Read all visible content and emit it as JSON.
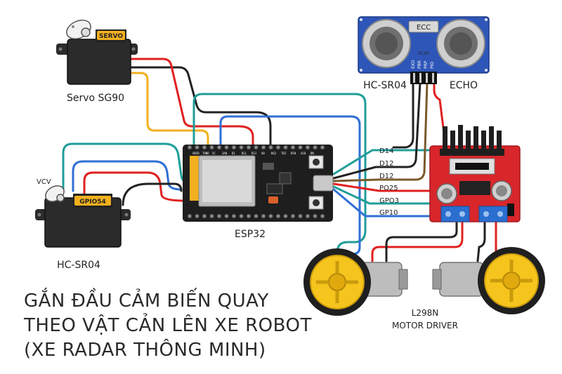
{
  "title_lines": [
    "GẮN ĐẦU CẢM BIẾN QUAY",
    "THEO VẬT CẢN LÊN XE ROBOT",
    "(XE RADAR THÔNG MINH)"
  ],
  "labels": {
    "servo_top": "Servo SG90",
    "servo_top_badge": "SERVO",
    "servo_left": "HC-SR04",
    "servo_left_badge": "GPIO54",
    "vcv": "VCV",
    "esp32": "ESP32",
    "sensor": "HC-SR04",
    "sensor_badge": "ECC",
    "sensor_chip": "FC30",
    "echo": "ECHO",
    "driver_line1": "L298N",
    "driver_line2": "MOTOR DRIVER"
  },
  "sensor_pins": [
    "EXD",
    "PBR",
    "PRP",
    "PIO"
  ],
  "pin_labels": [
    "D14",
    "D12",
    "D12",
    "PO25",
    "GPO3",
    "GP10"
  ],
  "esp_header_pins": [
    "GNID",
    "TOND",
    "5C",
    "3A0",
    "D1",
    "DCL",
    "D12",
    "X0",
    "K62",
    "T02",
    "D50",
    "A18",
    "DN"
  ],
  "colors": {
    "wire_black": "#222222",
    "wire_red": "#e02020",
    "wire_yellow": "#f2b01e",
    "wire_teal": "#1f9e98",
    "wire_blue": "#2f6fd6",
    "wire_brown": "#7a5a2a",
    "board": "#1e1e1e",
    "driver": "#d8262b",
    "sensor_board": "#2e56b8",
    "wheel": "#f5c51d",
    "servo_body": "#2b2b2b"
  }
}
